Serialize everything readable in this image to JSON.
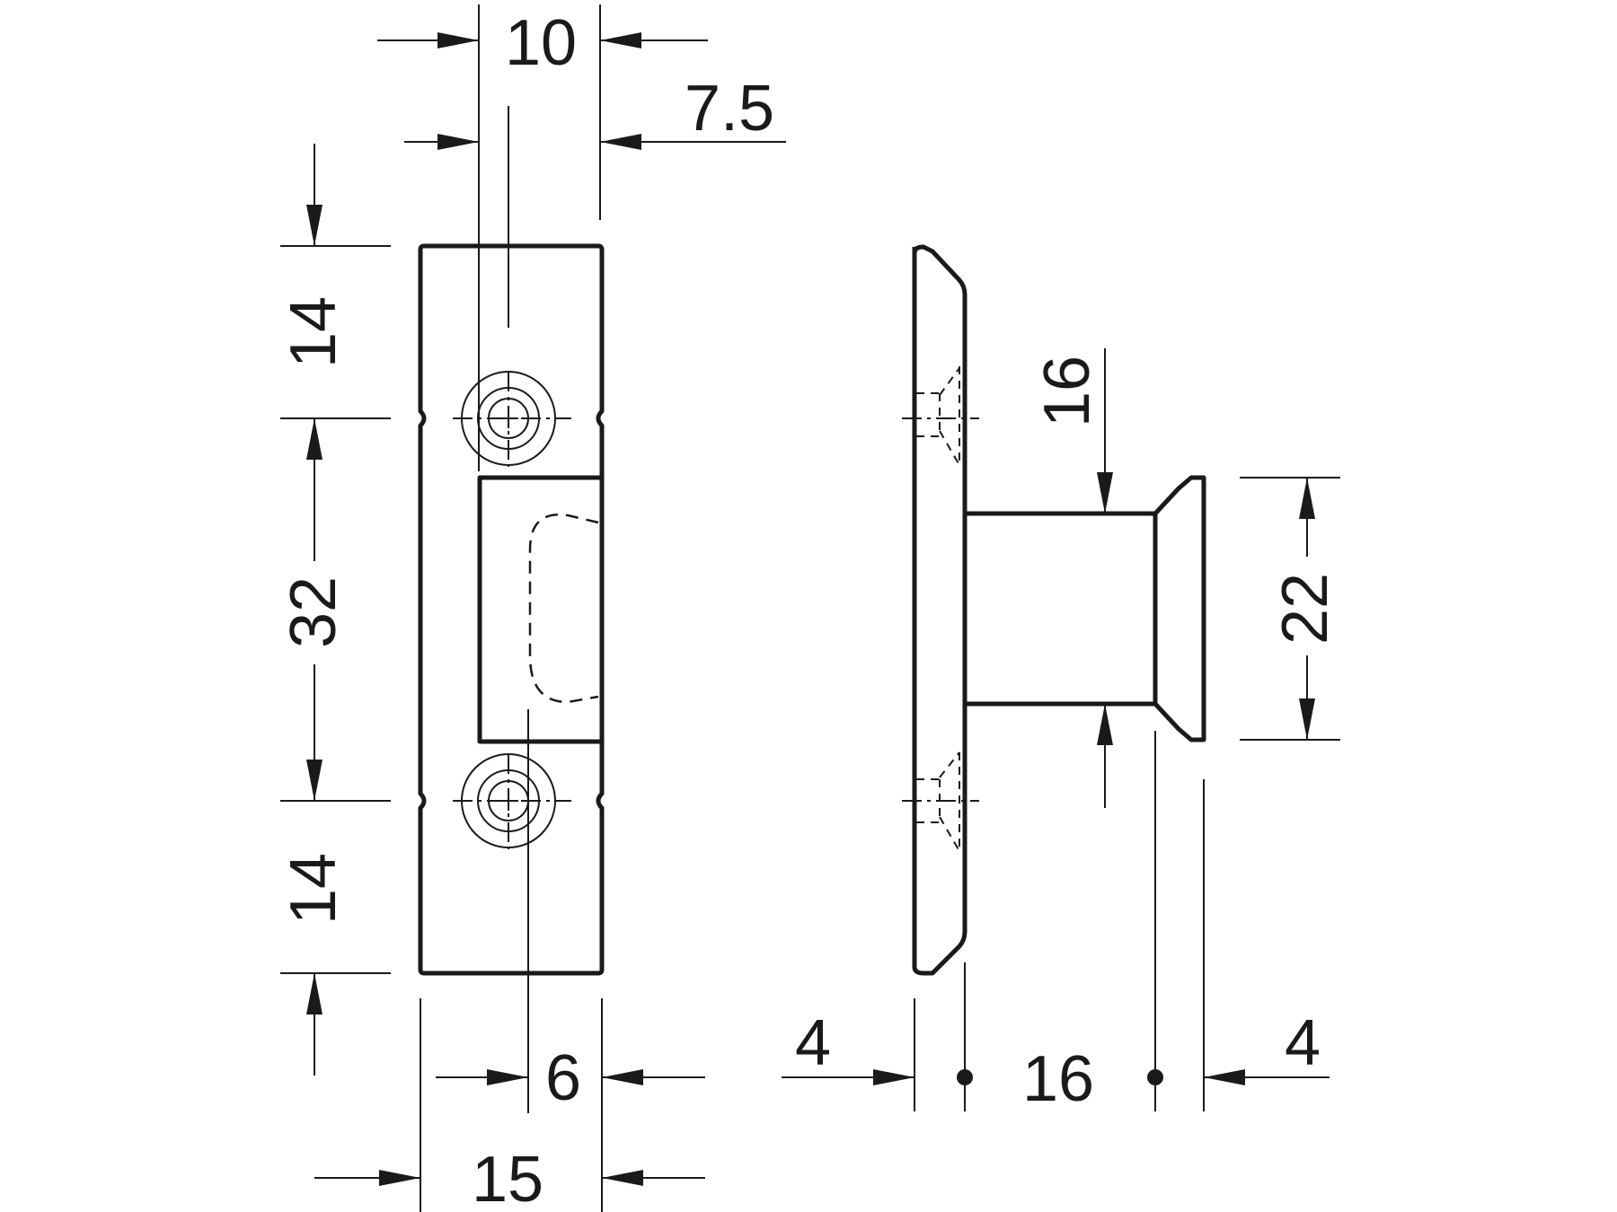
{
  "dimensions": {
    "top_width": "10",
    "hole_offset": "7.5",
    "upper_length": "14",
    "hole_spacing": "32",
    "lower_length": "14",
    "slot_offset": "6",
    "plate_width": "15",
    "stem_height": "16",
    "head_diameter": "22",
    "plate_thickness": "4",
    "projection": "16",
    "head_thickness": "4"
  },
  "colors": {
    "line": "#1a1a1a",
    "background": "#ffffff"
  }
}
